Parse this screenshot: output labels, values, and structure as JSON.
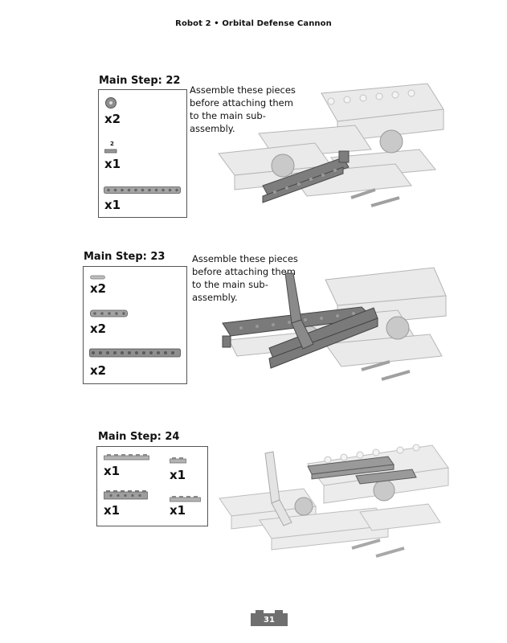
{
  "header": {
    "title": "Robot 2 • Orbital Defense Cannon"
  },
  "steps": [
    {
      "title": "Main Step: 22",
      "instruction": "Assemble these pieces before attaching them to the main sub-assembly.",
      "parts": [
        {
          "qty": "x2",
          "piece": "bushing"
        },
        {
          "qty": "x1",
          "piece": "axle",
          "label": "2"
        },
        {
          "qty": "x1",
          "piece": "beam-11"
        }
      ]
    },
    {
      "title": "Main Step: 23",
      "instruction": "Assemble these pieces before attaching them to the main sub-assembly.",
      "parts": [
        {
          "qty": "x2",
          "piece": "pin"
        },
        {
          "qty": "x2",
          "piece": "beam-5"
        },
        {
          "qty": "x2",
          "piece": "beam-13"
        }
      ]
    },
    {
      "title": "Main Step: 24",
      "parts": [
        {
          "qty": "x1",
          "piece": "plate-6"
        },
        {
          "qty": "x1",
          "piece": "plate-2"
        },
        {
          "qty": "x1",
          "piece": "brick-6"
        },
        {
          "qty": "x1",
          "piece": "plate-4"
        }
      ]
    }
  ],
  "footer": {
    "page_number": "31"
  },
  "colors": {
    "part_gray": "#9a9a9a",
    "model_light": "#e6e6e6",
    "model_dark": "#7a7a7a",
    "badge": "#6f6f6f"
  }
}
